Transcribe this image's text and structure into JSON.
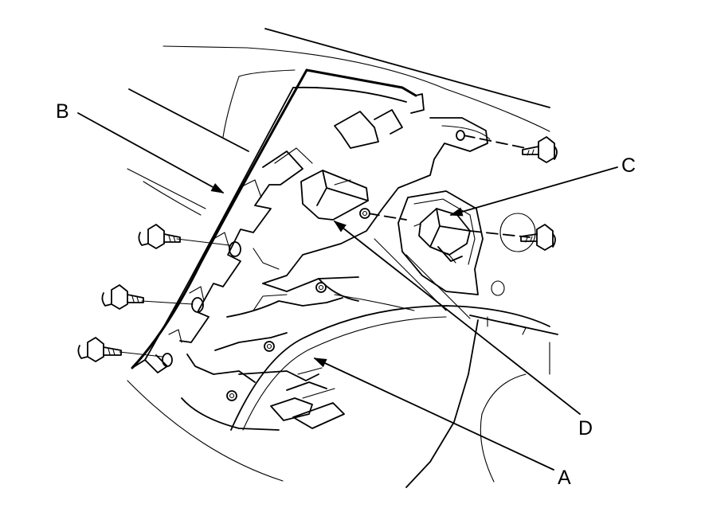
{
  "diagram": {
    "callouts": [
      {
        "id": "A",
        "text": "A"
      },
      {
        "id": "B",
        "text": "B"
      },
      {
        "id": "C",
        "text": "C"
      },
      {
        "id": "D",
        "text": "D"
      }
    ]
  }
}
